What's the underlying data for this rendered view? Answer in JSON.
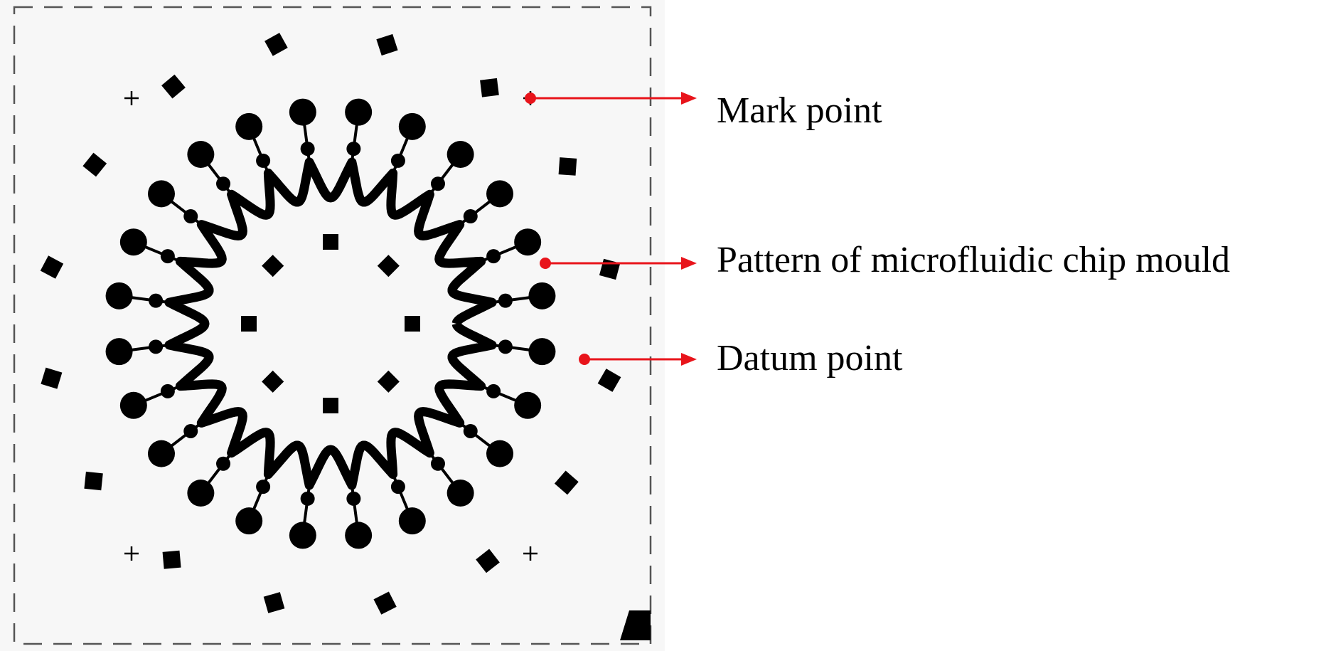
{
  "figure": {
    "callouts": [
      {
        "id": "mark",
        "label": "Mark point"
      },
      {
        "id": "pattern",
        "label": "Pattern of microfluidic chip mould"
      },
      {
        "id": "datum",
        "label": "Datum point"
      }
    ]
  },
  "chip": {
    "channel_count": 24,
    "background_color": "#f7f7f7",
    "border_color": "#555555",
    "ink_color": "#000000",
    "arrow_color": "#e8141b",
    "icons": [
      "mark-cross-icon",
      "datum-square-icon",
      "corner-triangle-icon"
    ]
  }
}
